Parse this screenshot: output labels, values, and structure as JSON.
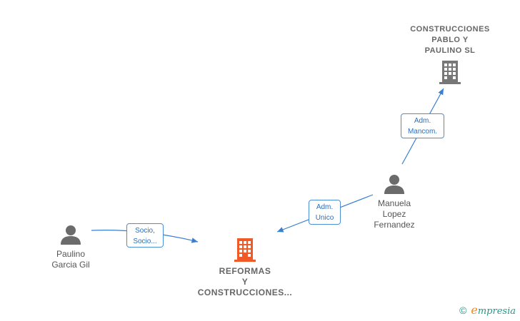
{
  "nodes": {
    "company_top": {
      "label": "CONSTRUCCIONES\nPABLO Y\nPAULINO SL",
      "color": "#777777"
    },
    "company_main": {
      "label": "REFORMAS\nY\nCONSTRUCCIONES...",
      "color": "#f05a28"
    },
    "person_manuela": {
      "label": "Manuela\nLopez\nFernandez"
    },
    "person_paulino": {
      "label": "Paulino\nGarcia Gil"
    }
  },
  "edges": {
    "manuela_to_top": {
      "label": "Adm.\nMancom."
    },
    "manuela_to_main": {
      "label": "Adm.\nUnico"
    },
    "paulino_to_main": {
      "label": "Socio,\nSocio..."
    }
  },
  "colors": {
    "edge": "#3a7fd0",
    "person": "#6b6b6b"
  },
  "footer": {
    "copyright": "©",
    "brand_initial": "e",
    "brand_rest": "mpresia"
  }
}
